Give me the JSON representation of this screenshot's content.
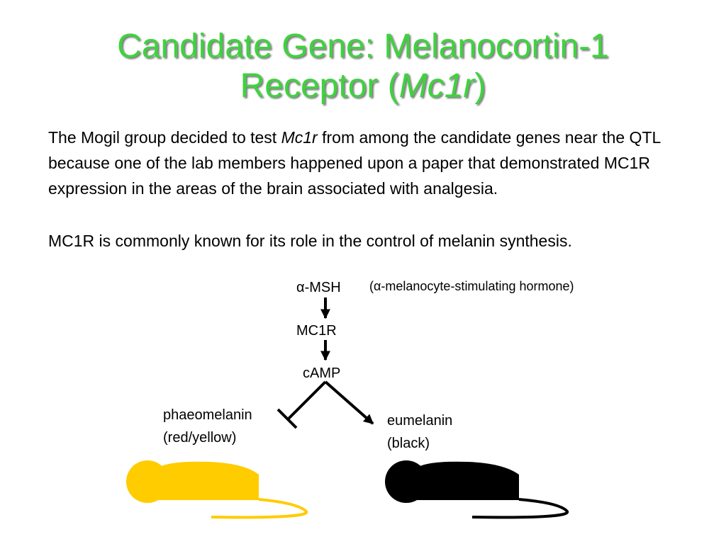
{
  "title": {
    "line1": "Candidate Gene: Melanocortin-1",
    "line2_prefix": "Receptor (",
    "line2_italic": "Mc1r",
    "line2_suffix": ")"
  },
  "paragraphs": {
    "p1_prefix": "The Mogil group decided to test ",
    "p1_italic": "Mc1r",
    "p1_suffix": " from among the candidate genes near the QTL because one of the lab members happened upon a paper that demonstrated MC1R expression in the areas of the brain associated with analgesia.",
    "p2": "MC1R is commonly known for its role in the control of melanin synthesis."
  },
  "pathway": {
    "hormone": "α-MSH",
    "hormone_full": "(α-melanocyte-stimulating hormone)",
    "receptor": "MC1R",
    "messenger": "cAMP",
    "left_product": "phaeomelanin",
    "left_color_desc": "(red/yellow)",
    "right_product": "eumelanin",
    "right_color_desc": "(black)"
  },
  "colors": {
    "title": "#3fd23f",
    "mouse_yellow": "#ffcc00",
    "mouse_black": "#000000"
  }
}
